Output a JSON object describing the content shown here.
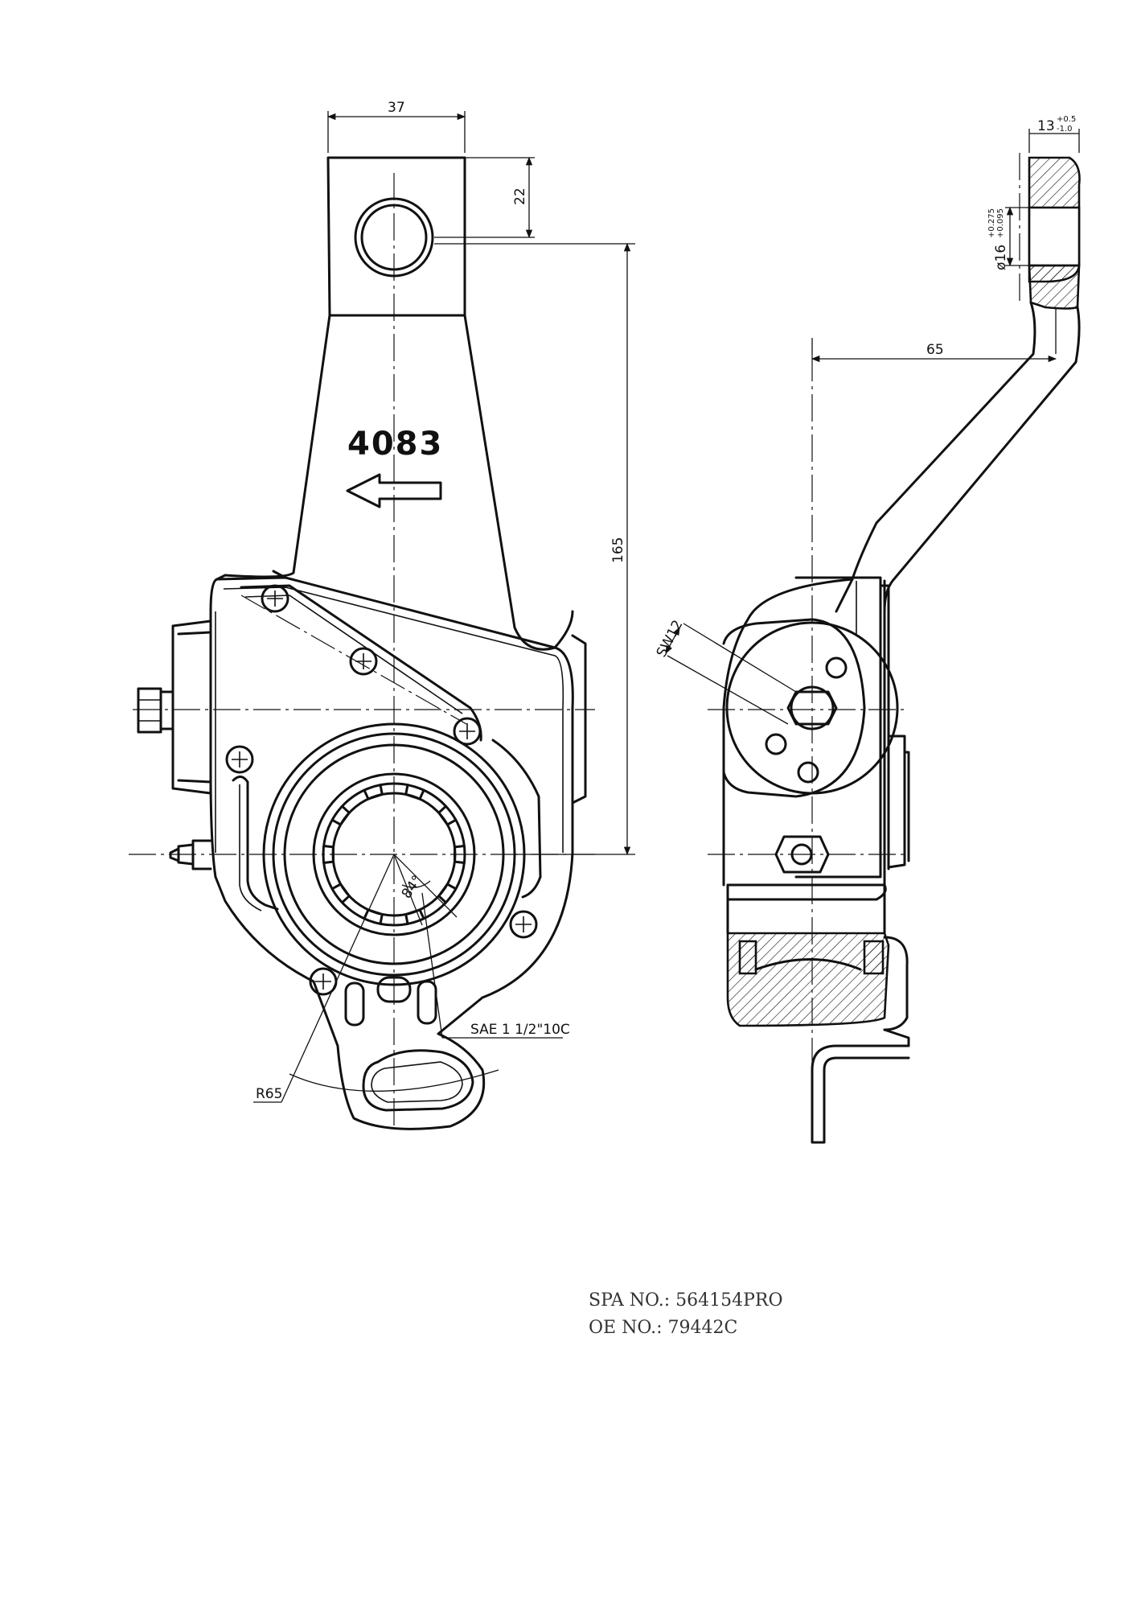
{
  "drawing": {
    "part_marking": "4083",
    "dimensions": {
      "arm_width": "37",
      "hole_offset": "22",
      "center_distance": "165",
      "side_offset": "65",
      "thickness": "13",
      "thickness_tol_upper": "+0.5",
      "thickness_tol_lower": "-1.0",
      "hole_diameter": "ø16",
      "hole_tol_upper": "+0.275",
      "hole_tol_lower": "+0.095",
      "wrench_size": "SW12",
      "radius": "R65",
      "angle": "84°",
      "spline": "SAE 1 1/2\"10C"
    }
  },
  "info": {
    "spa_no": "SPA NO.: 564154PRO",
    "oe_no": "OE NO.: 79442C"
  }
}
